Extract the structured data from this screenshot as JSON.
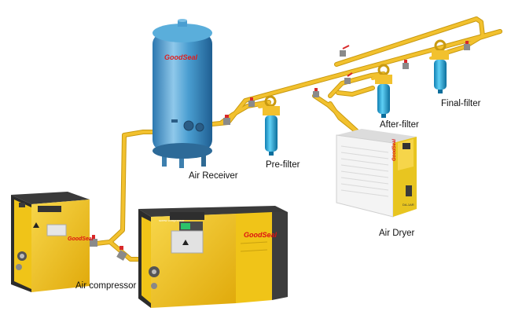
{
  "labels": {
    "air_receiver": "Air Receiver",
    "pre_filter": "Pre-filter",
    "after_filter": "After-filter",
    "final_filter": "Final-filter",
    "air_dryer": "Air Dryer",
    "air_compressor": "Air compressor"
  },
  "brand": "GoodSeal",
  "colors": {
    "pipe": "#f2c12e",
    "pipe_dark": "#c99a10",
    "tank": "#4a9ed1",
    "filter": "#1aa8e0",
    "compressor_yellow": "#f0c418",
    "compressor_dark": "#3a3a3a",
    "dryer_yellow": "#e8c520",
    "dryer_white": "#f4f4f4",
    "valve_red": "#d8282a"
  },
  "icons": {
    "valve": "valve-icon",
    "gauge": "gauge-icon",
    "warning": "warning-triangle-icon"
  }
}
